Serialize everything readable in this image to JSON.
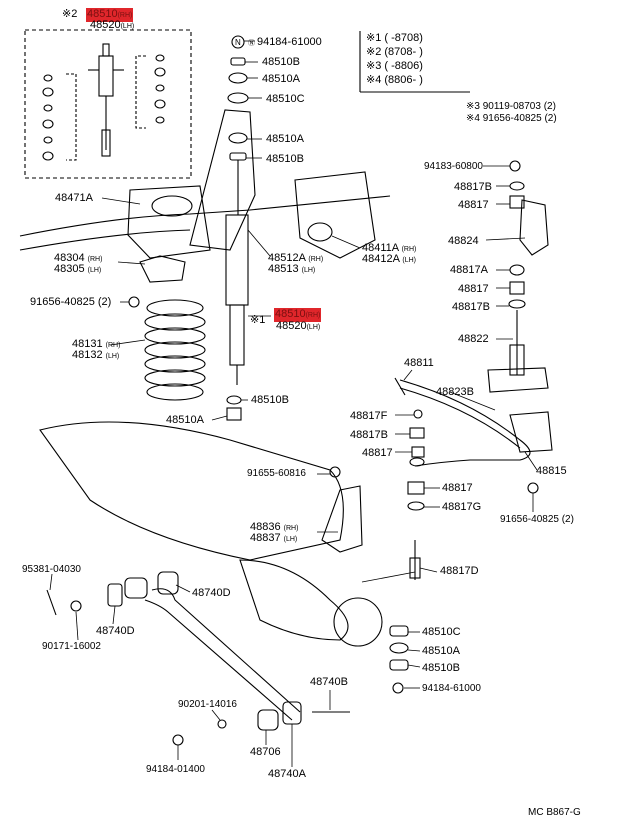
{
  "highlight_color": "#e0262b",
  "labels": {
    "top_mark": "※2",
    "top_hl": "48510",
    "top_hl_suffix": "(RH)",
    "top_lh": "48520",
    "top_lh_suffix": "(LH)",
    "l_94184a": "94184-61000",
    "l_48510b_1": "48510B",
    "l_48510a_1": "48510A",
    "l_48510c_1": "48510C",
    "l_48510a_2": "48510A",
    "l_48510b_2": "48510B",
    "l_48471a": "48471A",
    "l_48304": "48304",
    "l_48304_s": "(RH)",
    "l_48305": "48305",
    "l_48305_s": "(LH)",
    "l_91656a": "91656-40825 (2)",
    "l_48131": "48131",
    "l_48131_s": "(RH)",
    "l_48132": "48132",
    "l_48132_s": "(LH)",
    "l_48512a": "48512A",
    "l_48512a_s": "(RH)",
    "l_48513": "48513",
    "l_48513_s": "(LH)",
    "l_48411a": "48411A",
    "l_48411a_s": "(RH)",
    "l_48412a": "48412A",
    "l_48412a_s": "(LH)",
    "mid_mark": "※1",
    "mid_hl": "48510",
    "mid_hl_suffix": "(RH)",
    "mid_lh": "48520",
    "mid_lh_suffix": "(LH)",
    "l_48510b_3": "48510B",
    "l_48510a_3": "48510A",
    "legend_1": "※1 (      -8708)",
    "legend_2": "※2 (8708-      )",
    "legend_3": "※3 (      -8806)",
    "legend_4": "※4 (8806-      )",
    "r_90119": "※3 90119-08703 (2)",
    "r_91656": "※4 91656-40825 (2)",
    "r_94183": "94183-60800",
    "r_48817b_1": "48817B",
    "r_48817_1": "48817",
    "r_48824": "48824",
    "r_48817a": "48817A",
    "r_48817_2": "48817",
    "r_48817b_2": "48817B",
    "r_48822": "48822",
    "r_48811": "48811",
    "r_48823b": "48823B",
    "r_48817f": "48817F",
    "r_48817b_3": "48817B",
    "r_48817_3": "48817",
    "r_48815": "48815",
    "r_91655": "91655-60816",
    "r_48817_4": "48817",
    "r_48817g": "48817G",
    "r_91656b": "91656-40825 (2)",
    "r_48836": "48836",
    "r_48836_s": "(RH)",
    "r_48837": "48837",
    "r_48837_s": "(LH)",
    "r_48817d": "48817D",
    "b_95381": "95381-04030",
    "b_48740d_1": "48740D",
    "b_48740d_2": "48740D",
    "b_90171": "90171-16002",
    "b_48510c": "48510C",
    "b_48510a": "48510A",
    "b_48510b": "48510B",
    "b_94184": "94184-61000",
    "b_48740b": "48740B",
    "b_90201": "90201-14016",
    "b_48706": "48706",
    "b_48740a": "48740A",
    "b_94184c": "94184-01400",
    "footer": "MC  B867-G"
  }
}
